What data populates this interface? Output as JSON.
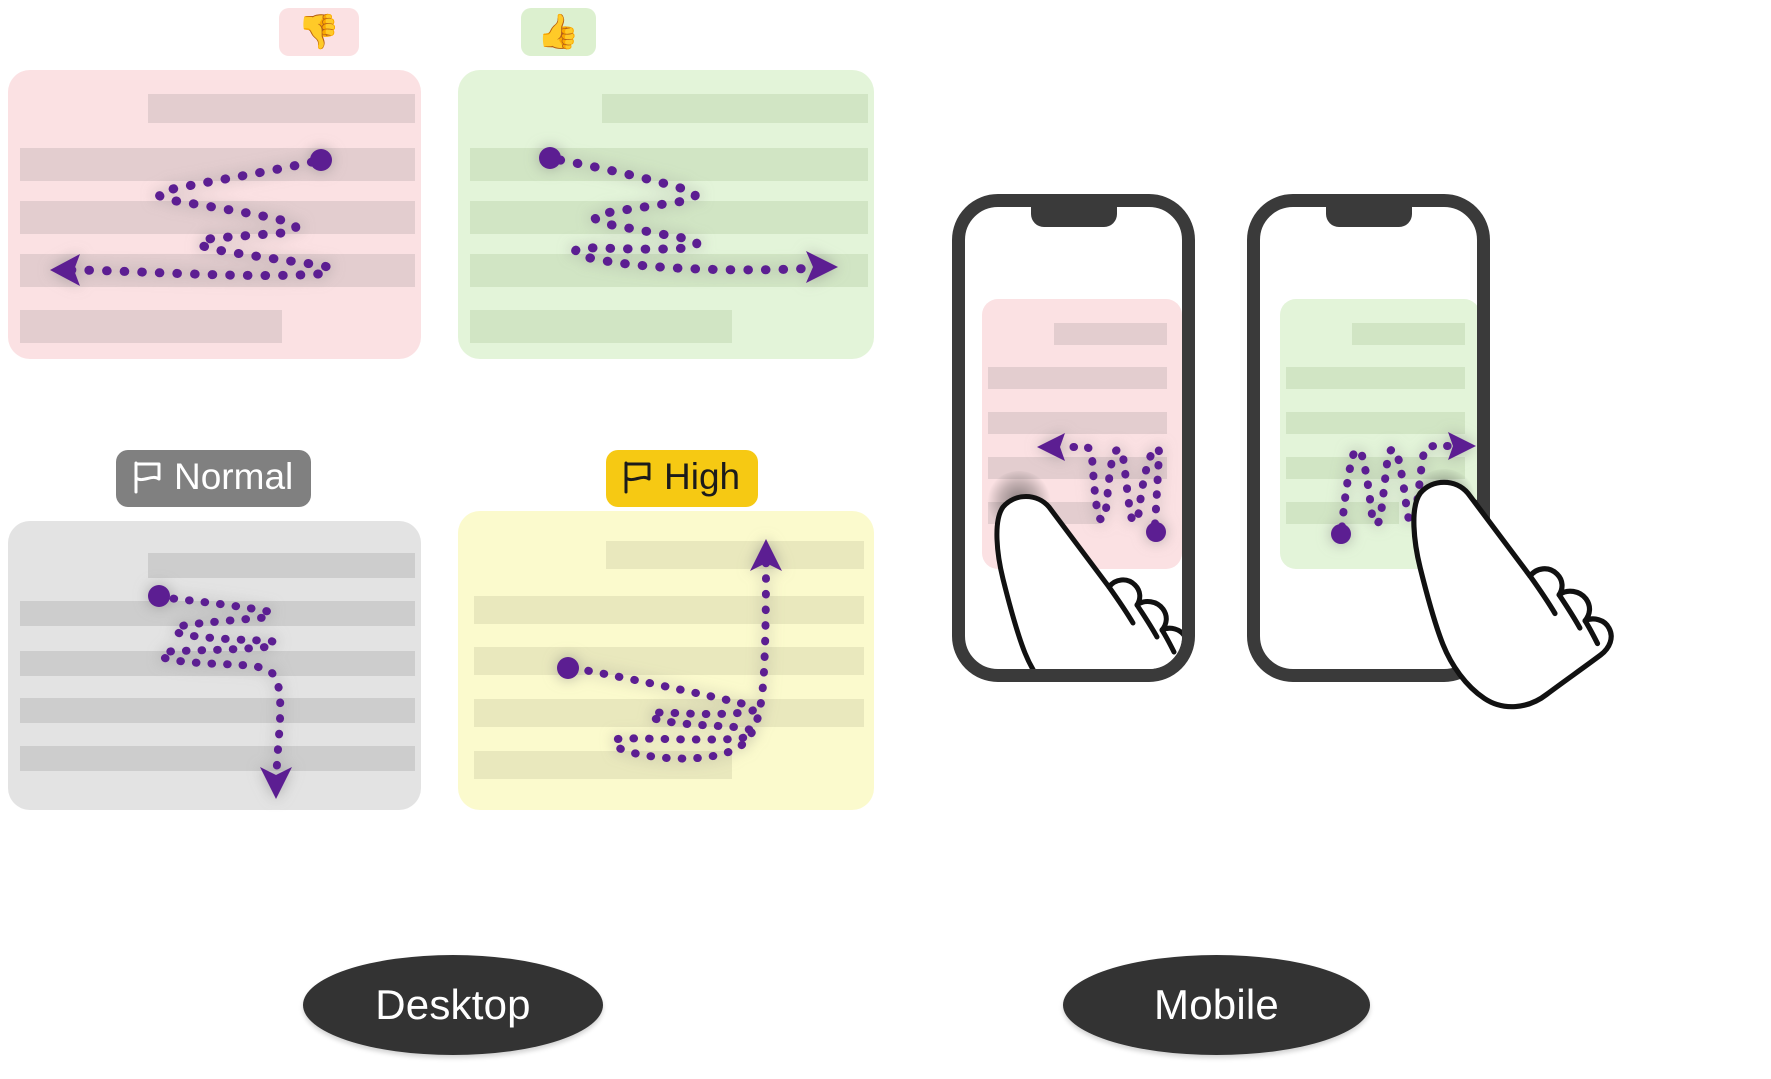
{
  "diagram": {
    "title": "Gaze path comparison across ticket cards on desktop and mobile"
  },
  "badges": {
    "negative": {
      "icon": "thumbs-down-emoji",
      "glyph": "👎",
      "bg": "#FBE1E3"
    },
    "positive": {
      "icon": "thumbs-up-emoji",
      "glyph": "👍",
      "bg": "#DCF0CF"
    }
  },
  "chips": [
    {
      "label": "Normal",
      "icon": "flag-icon",
      "bg": "#808080",
      "fg": "#FFFFFF"
    },
    {
      "label": "High",
      "icon": "flag-icon",
      "bg": "#F6C913",
      "fg": "#1B1B1B"
    }
  ],
  "cards": [
    {
      "name": "card-negative-pink",
      "variant": "pink",
      "bg": "#FBE1E3",
      "row_color": "#E3CDCF",
      "gaze": {
        "pattern": "horizontal-zigzag",
        "start": "right",
        "end_arrow": "left",
        "accent": "#5C1E92"
      }
    },
    {
      "name": "card-positive-green",
      "variant": "green",
      "bg": "#E3F4D9",
      "row_color": "#D1E5C4",
      "gaze": {
        "pattern": "horizontal-zigzag",
        "start": "left",
        "end_arrow": "right",
        "accent": "#5C1E92"
      }
    },
    {
      "name": "card-normal-gray",
      "variant": "gray",
      "bg": "#E3E3E3",
      "row_color": "#CDCDCD",
      "gaze": {
        "pattern": "zigzag-then-descend",
        "start": "left",
        "end_arrow": "down",
        "accent": "#5C1E92"
      }
    },
    {
      "name": "card-high-yellow",
      "variant": "yellow",
      "bg": "#FBFACD",
      "row_color": "#E9E8BD",
      "gaze": {
        "pattern": "loop-then-ascend",
        "start": "left",
        "end_arrow": "up",
        "accent": "#5C1E92"
      }
    }
  ],
  "phones": [
    {
      "name": "phone-negative",
      "card_variant": "pink",
      "gaze": {
        "pattern": "vertical-serpentine",
        "start": "bottom-right",
        "end_arrow": "left",
        "accent": "#5C1E92"
      },
      "hand": "pointing-hand-icon",
      "frame_color": "#3A3A3A"
    },
    {
      "name": "phone-positive",
      "card_variant": "green",
      "gaze": {
        "pattern": "vertical-serpentine",
        "start": "bottom-left",
        "end_arrow": "right",
        "accent": "#5C1E92"
      },
      "hand": "pointing-hand-icon",
      "frame_color": "#3A3A3A"
    }
  ],
  "platform_labels": [
    {
      "label": "Desktop",
      "bg": "#333333",
      "fg": "#FFFFFF"
    },
    {
      "label": "Mobile",
      "bg": "#333333",
      "fg": "#FFFFFF"
    }
  ]
}
